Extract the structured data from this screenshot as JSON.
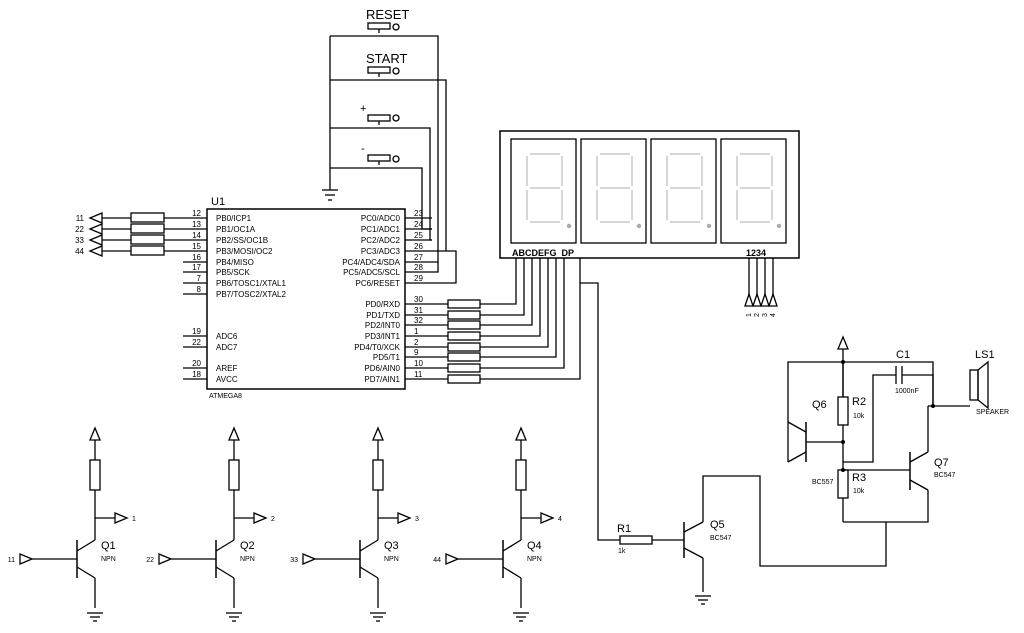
{
  "mcu": {
    "ref": "U1",
    "part": "ATMEGA8",
    "left_pins": [
      {
        "num": "12",
        "name": "PB0/ICP1"
      },
      {
        "num": "13",
        "name": "PB1/OC1A"
      },
      {
        "num": "14",
        "name": "PB2/SS/OC1B"
      },
      {
        "num": "15",
        "name": "PB3/MOSI/OC2"
      },
      {
        "num": "16",
        "name": "PB4/MISO"
      },
      {
        "num": "17",
        "name": "PB5/SCK"
      },
      {
        "num": "7",
        "name": "PB6/TOSC1/XTAL1"
      },
      {
        "num": "8",
        "name": "PB7/TOSC2/XTAL2"
      },
      {
        "num": "19",
        "name": "ADC6"
      },
      {
        "num": "22",
        "name": "ADC7"
      },
      {
        "num": "20",
        "name": "AREF"
      },
      {
        "num": "18",
        "name": "AVCC"
      }
    ],
    "right_pins": [
      {
        "num": "23",
        "name": "PC0/ADC0"
      },
      {
        "num": "24",
        "name": "PC1/ADC1"
      },
      {
        "num": "25",
        "name": "PC2/ADC2"
      },
      {
        "num": "26",
        "name": "PC3/ADC3"
      },
      {
        "num": "27",
        "name": "PC4/ADC4/SDA"
      },
      {
        "num": "28",
        "name": "PC5/ADC5/SCL"
      },
      {
        "num": "29",
        "name": "PC6/RESET"
      },
      {
        "num": "30",
        "name": "PD0/RXD"
      },
      {
        "num": "31",
        "name": "PD1/TXD"
      },
      {
        "num": "32",
        "name": "PD2/INT0"
      },
      {
        "num": "1",
        "name": "PD3/INT1"
      },
      {
        "num": "2",
        "name": "PD4/T0/XCK"
      },
      {
        "num": "9",
        "name": "PD5/T1"
      },
      {
        "num": "10",
        "name": "PD6/AIN0"
      },
      {
        "num": "11",
        "name": "PD7/AIN1"
      }
    ]
  },
  "buttons": {
    "reset": "RESET",
    "start": "START",
    "plus": "+",
    "minus": "-"
  },
  "display": {
    "segments": "ABCDEFG  DP",
    "digits": "1234",
    "digit_pins": [
      "1",
      "2",
      "3",
      "4"
    ]
  },
  "port_b_nets": [
    "11",
    "22",
    "33",
    "44"
  ],
  "transistors": [
    {
      "ref": "Q1",
      "type": "NPN",
      "in": "11",
      "out": "1"
    },
    {
      "ref": "Q2",
      "type": "NPN",
      "in": "22",
      "out": "2"
    },
    {
      "ref": "Q3",
      "type": "NPN",
      "in": "33",
      "out": "3"
    },
    {
      "ref": "Q4",
      "type": "NPN",
      "in": "44",
      "out": "4"
    }
  ],
  "buzzer": {
    "r1": {
      "ref": "R1",
      "value": "1k"
    },
    "q5": {
      "ref": "Q5",
      "part": "BC547"
    },
    "q6": {
      "ref": "Q6",
      "part": "BC557"
    },
    "q7": {
      "ref": "Q7",
      "part": "BC547"
    },
    "r2": {
      "ref": "R2",
      "value": "10k"
    },
    "r3": {
      "ref": "R3",
      "value": "10k"
    },
    "c1": {
      "ref": "C1",
      "value": "1000nF"
    },
    "ls1": {
      "ref": "LS1",
      "part": "SPEAKER"
    }
  }
}
